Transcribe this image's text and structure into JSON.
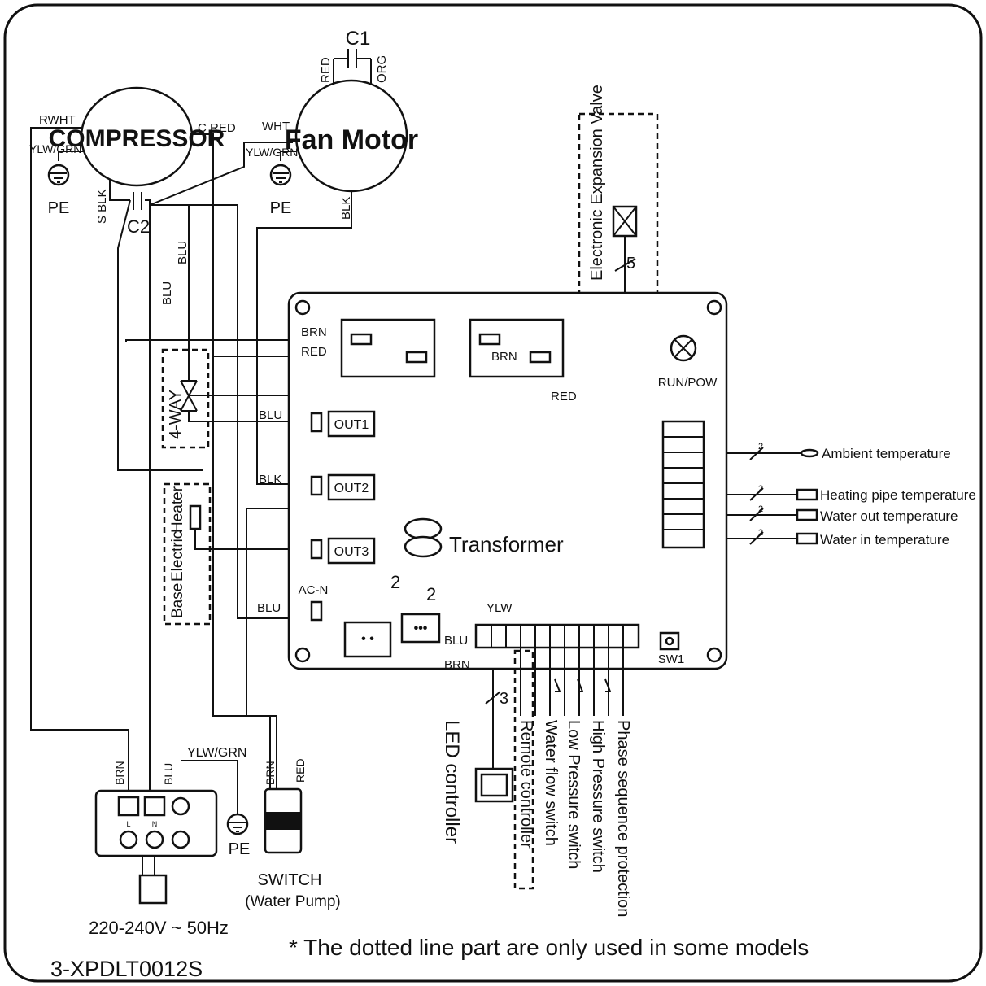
{
  "components": {
    "compressor": "COMPRESSOR",
    "fan_motor": "Fan Motor",
    "c1": "C1",
    "c2": "C2",
    "pe": "PE",
    "four_way": "4-WAY",
    "eev": "Electronic Expansion Valve",
    "heater_base": "Base",
    "heater_electric": "Electric",
    "heater_heater": "Heater",
    "transformer": "Transformer",
    "switch": "SWITCH",
    "switch_sub": "(Water Pump)",
    "run_pow": "RUN/POW",
    "sw1": "SW1",
    "led_controller": "LED  controller"
  },
  "outputs": {
    "out1": "OUT1",
    "out2": "OUT2",
    "out3": "OUT3",
    "acn": "AC-N"
  },
  "wire_labels": {
    "rwht": "RWHT",
    "ylwgrn": "YLW/GRN",
    "cred": "C RED",
    "wht": "WHT",
    "red": "RED",
    "org": "ORG",
    "sblk": "S BLK",
    "blk": "BLK",
    "blu": "BLU",
    "brn": "BRN",
    "ylw": "YLW"
  },
  "counts": {
    "five": "5",
    "two": "2",
    "three": "3"
  },
  "sensors": [
    "Ambient temperature",
    "Heating pipe temperature",
    "Water out temperature",
    "Water in temperature"
  ],
  "switches": [
    "Remote controller",
    "Water  flow  switch",
    "Low Pressure switch",
    "High Pressure switch",
    "Phase sequence protection"
  ],
  "terminal": {
    "l": "L",
    "n": "N"
  },
  "power": "220-240V ~ 50Hz",
  "footnote": "* The dotted line part are only used in some models",
  "model_code": "3-XPDLT0012S"
}
